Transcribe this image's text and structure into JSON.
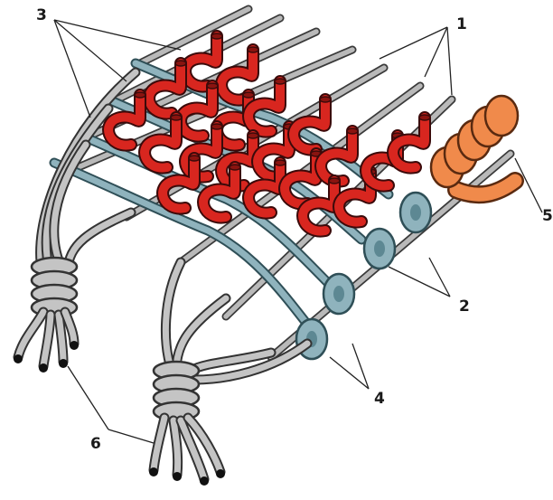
{
  "labels": {
    "label_1": "1",
    "label_2": "2",
    "label_3": "3",
    "label_4": "4",
    "label_5": "5",
    "label_6": "6"
  },
  "colors": {
    "pile_knots": "#d8261f",
    "weft_threads": "#8fb3bd",
    "warp_threads": "#c4c4c4",
    "spiral_coil": "#f08a4b",
    "outline": "#333333"
  }
}
